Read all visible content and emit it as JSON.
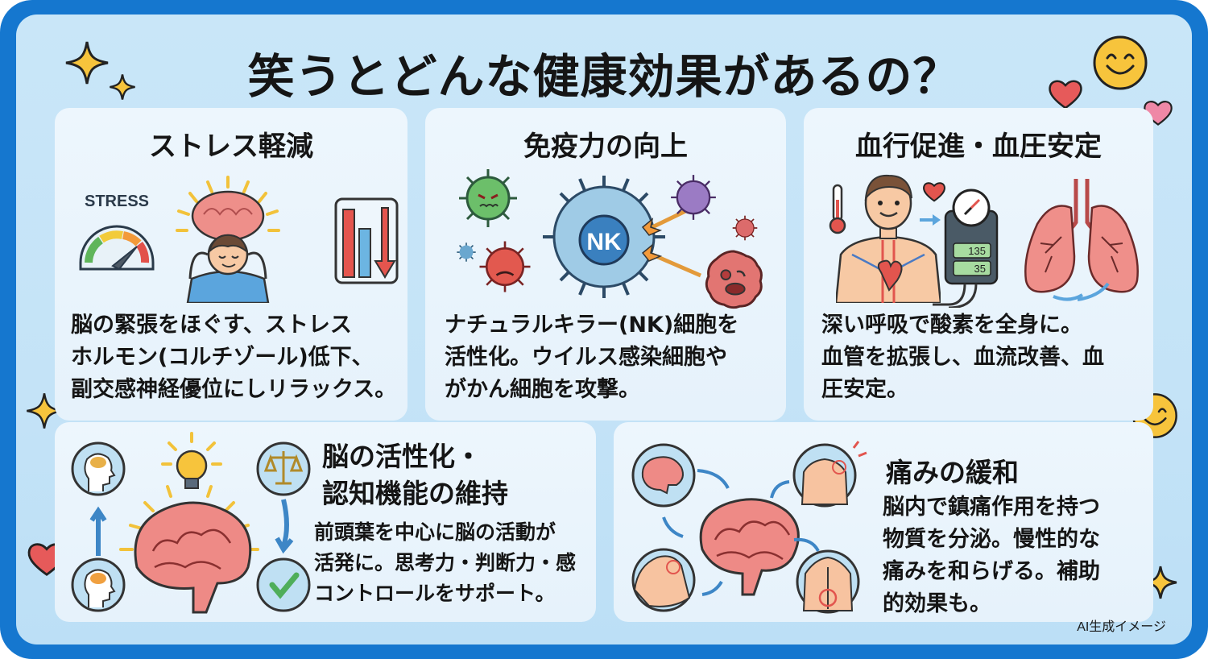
{
  "title": "笑うとどんな健康効果があるの？",
  "cards": [
    {
      "title": "ストレス軽減",
      "body": [
        "脳の緊張をほぐす、ストレス",
        "ホルモン(コルチゾール)低下、",
        "副交感神経優位にしリラックス。"
      ],
      "illustration": {
        "gauge_label": "STRESS",
        "icons": [
          "stress-gauge-icon",
          "relaxed-person-brain-icon",
          "decrease-bar-chart-icon"
        ]
      }
    },
    {
      "title": "免疫力の向上",
      "body": [
        "ナチュラルキラー(NK)細胞を",
        "活性化。ウイルス感染細胞や",
        "がかん細胞を攻撃。"
      ],
      "illustration": {
        "cell_label": "NK",
        "icons": [
          "virus-icon",
          "nk-cell-icon",
          "cancer-cell-icon"
        ]
      }
    },
    {
      "title": "血行促進・血圧安定",
      "body": [
        "深い呼吸で酸素を全身に。",
        "血管を拡張し、血流改善、血",
        "圧安定。"
      ],
      "illustration": {
        "monitor_values": [
          "135",
          "35"
        ],
        "icons": [
          "thermometer-icon",
          "circulation-person-icon",
          "heart-icon",
          "blood-pressure-monitor-icon",
          "lungs-icon"
        ]
      }
    },
    {
      "title_lines": [
        "脳の活性化・",
        "認知機能の維持"
      ],
      "body": [
        "前頭葉を中心に脳の活動が",
        "活発に。思考力・判断力・感",
        "コントロールをサポート。"
      ],
      "illustration": {
        "icons": [
          "brain-icon",
          "lightbulb-icon",
          "head-brain-icon",
          "scales-icon",
          "checkmark-icon"
        ]
      }
    },
    {
      "title": "痛みの緩和",
      "body": [
        "脳内で鎮痛作用を持つ",
        "物質を分泌。慢性的な",
        "痛みを和らげる。補助",
        "的効果も。"
      ],
      "illustration": {
        "icons": [
          "brain-icon",
          "shoulder-pain-icon",
          "back-pain-icon",
          "neck-pain-icon"
        ]
      }
    }
  ],
  "watermark": "AI生成イメージ",
  "colors": {
    "frame": "#1577cf",
    "background": "#c6e4f7",
    "card": "#eaf4fc",
    "brain": "#e98585",
    "accent_yellow": "#f7c43c",
    "accent_blue": "#4a9ad4"
  }
}
